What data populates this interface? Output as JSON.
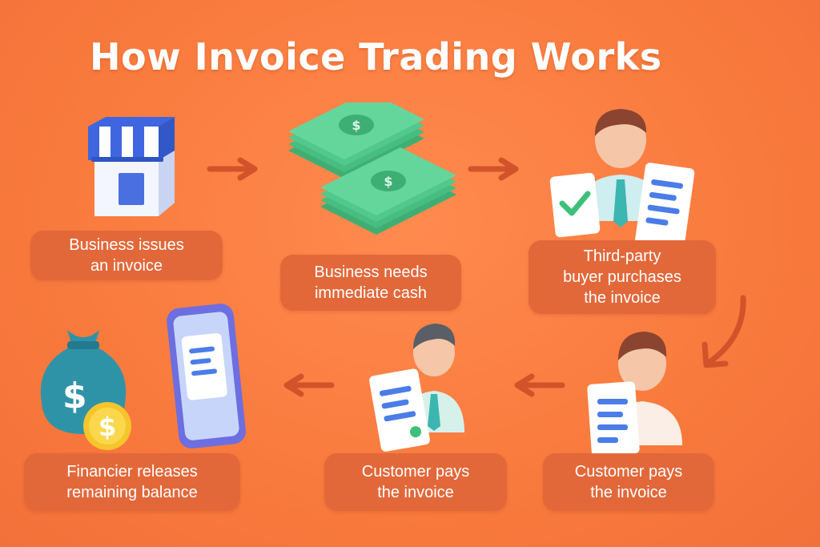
{
  "title": "How Invoice Trading Works",
  "colors": {
    "background": "#f97a3d",
    "label_box": "#e2683a",
    "arrow": "#d2532a",
    "money_green": "#5fcf94",
    "doc_blue": "#4a7de8"
  },
  "steps": [
    {
      "icon": "storefront-icon",
      "lines": [
        "Business issues",
        "an invoice"
      ]
    },
    {
      "icon": "cash-stack-icon",
      "lines": [
        "Business needs",
        "immediate cash"
      ]
    },
    {
      "icon": "buyer-with-documents-icon",
      "lines": [
        "Third-party",
        "buyer purchases",
        "the invoice"
      ]
    },
    {
      "icon": "person-with-invoice-icon",
      "lines": [
        "Customer pays",
        "the invoice"
      ]
    },
    {
      "icon": "customer-with-invoice-icon",
      "lines": [
        "Customer pays",
        "the invoice"
      ]
    },
    {
      "icon": "money-bag-and-phone-icon",
      "lines": [
        "Financier releases",
        "remaining balance"
      ]
    }
  ]
}
